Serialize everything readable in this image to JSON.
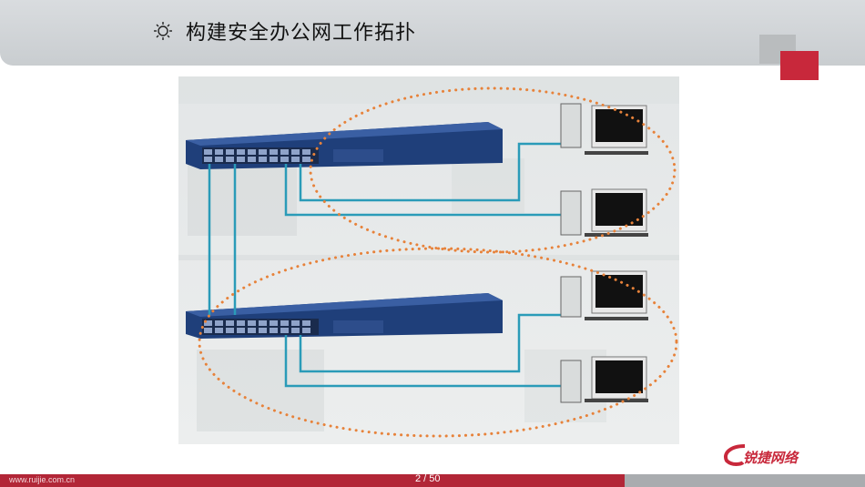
{
  "slide": {
    "title": "构建安全办公网工作拓扑",
    "title_icon": "sun-icon",
    "page_number": "2 / 50",
    "footer_url": "www.ruijie.com.cn",
    "logo_text": "锐捷网络"
  },
  "diagram": {
    "description_icon_names": [
      "switch-icon",
      "desktop-computer-icon"
    ],
    "link_color": "#2a9bb8",
    "ring_color": "#e7823a"
  },
  "colors": {
    "accent_red": "#c8283b",
    "title_bar": "#cfd3d6",
    "footer_gray": "#a9acaf"
  }
}
